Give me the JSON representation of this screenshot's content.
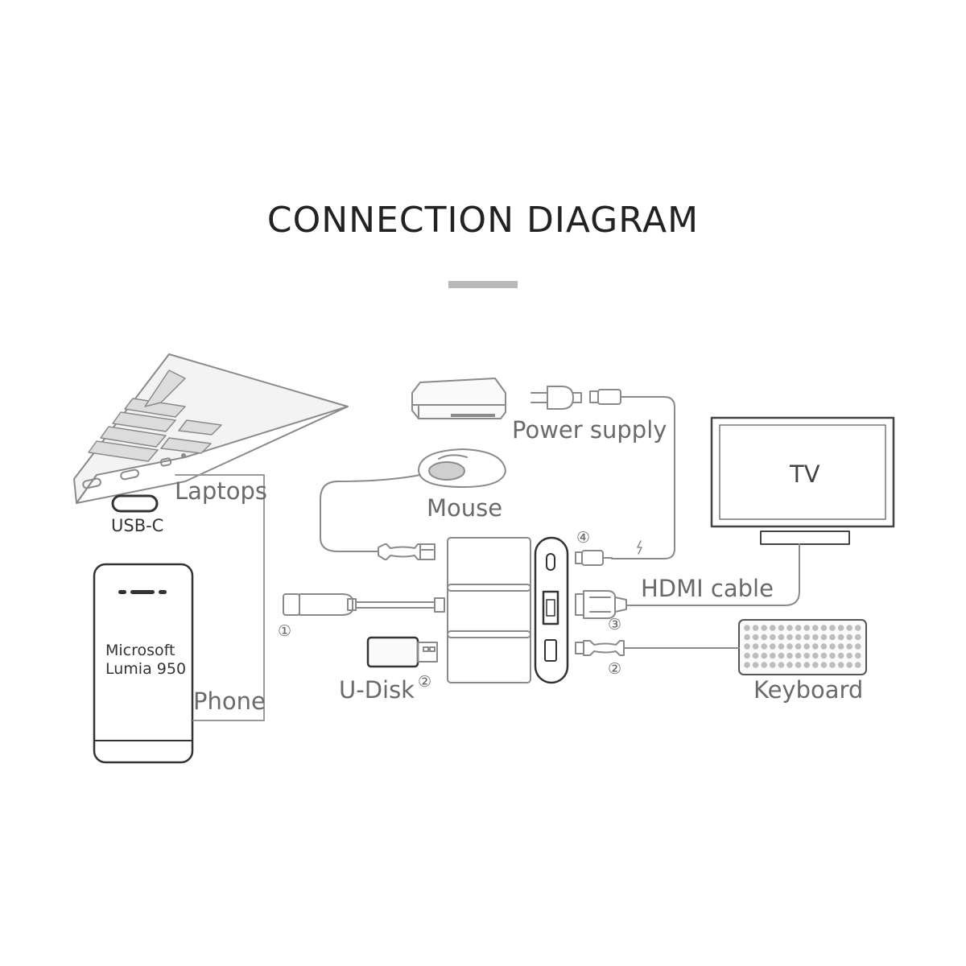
{
  "title": "CONNECTION DIAGRAM",
  "labels": {
    "laptops": "Laptops",
    "usb_c": "USB-C",
    "phone": "Phone",
    "phone_model": "Microsoft Lumia 950",
    "power_supply": "Power supply",
    "mouse": "Mouse",
    "tv": "TV",
    "hdmi_cable": "HDMI cable",
    "keyboard": "Keyboard",
    "u_disk": "U-Disk"
  },
  "ports": {
    "usb_c_input": "①",
    "u_disk_port": "②",
    "keyboard_port": "②",
    "hdmi_port": "③",
    "power_port": "④"
  },
  "colors": {
    "line": "#8a8a8a",
    "text": "#6a6a6a",
    "title": "#222222",
    "rule": "#b9b9b9"
  }
}
